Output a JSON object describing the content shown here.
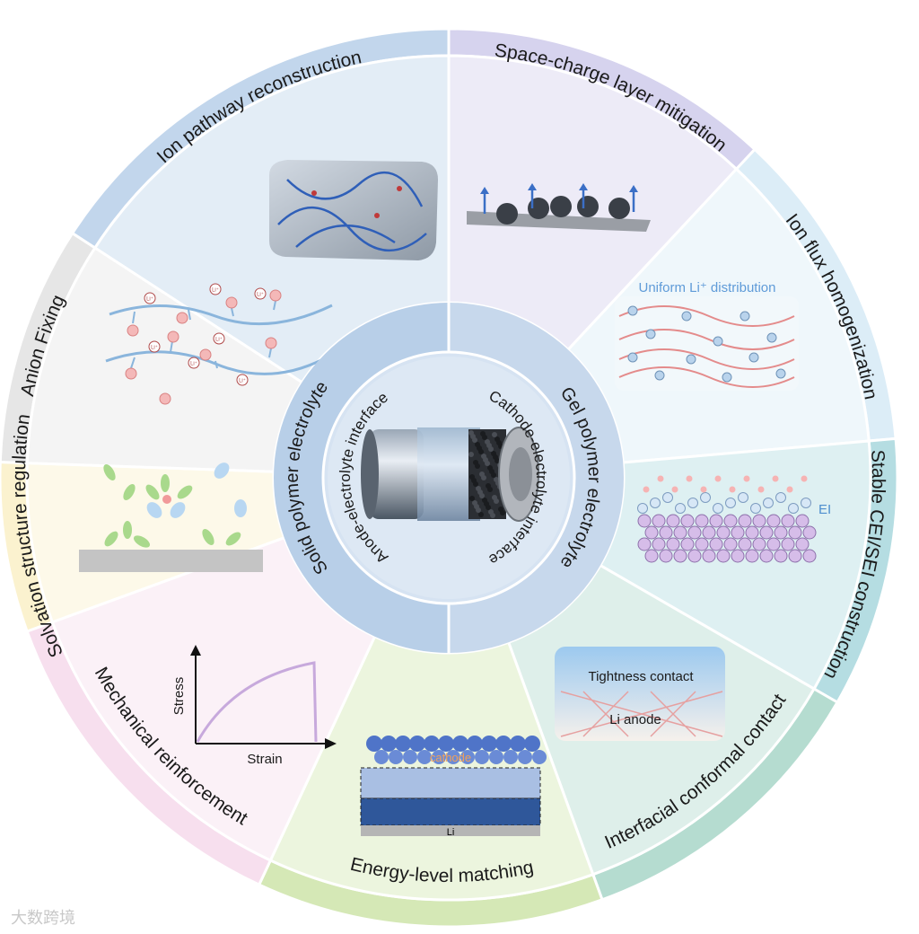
{
  "outer_ring": {
    "ion_pathway": "Ion pathway reconstruction",
    "space_charge": "Space-charge layer mitigation",
    "ion_flux": "Ion flux homogenization",
    "stable_cei_sei": "Stable CEI/SEI construction",
    "interfacial_contact": "Interfacial conformal contact",
    "energy_level": "Energy-level matching",
    "mechanical": "Mechanical reinforcement",
    "solvation": "Solvation structure regulation",
    "anion_fixing": "Anion Fixing"
  },
  "center": {
    "left_ring": "Solid polymer electrolyte",
    "right_ring": "Gel polymer electrolyte",
    "left_inner": "Anode-electrolyte interface",
    "right_inner": "Cathode-electrolyte interface"
  },
  "illustrations": {
    "uniform_li": "Uniform Li⁺ distribution",
    "ei_label": "EI",
    "stress": "Stress",
    "strain": "Strain",
    "tightness": "Tightness contact",
    "li_anode": "Li anode",
    "cathode": "cathode",
    "li": "Li",
    "li_plus": "Li⁺"
  },
  "colors": {
    "ion_pathway": "#c2d6ec",
    "space_charge": "#d6d3ee",
    "ion_flux": "#dcedf7",
    "stable_cei_sei": "#b5dde2",
    "interfacial_contact": "#b5dcd0",
    "energy_level": "#d5e8b6",
    "mechanical": "#f7dfee",
    "solvation": "#fbf2cf",
    "anion_fixing": "#e6e6e6",
    "center": "#b8cfe8"
  },
  "watermark": "大数跨境"
}
